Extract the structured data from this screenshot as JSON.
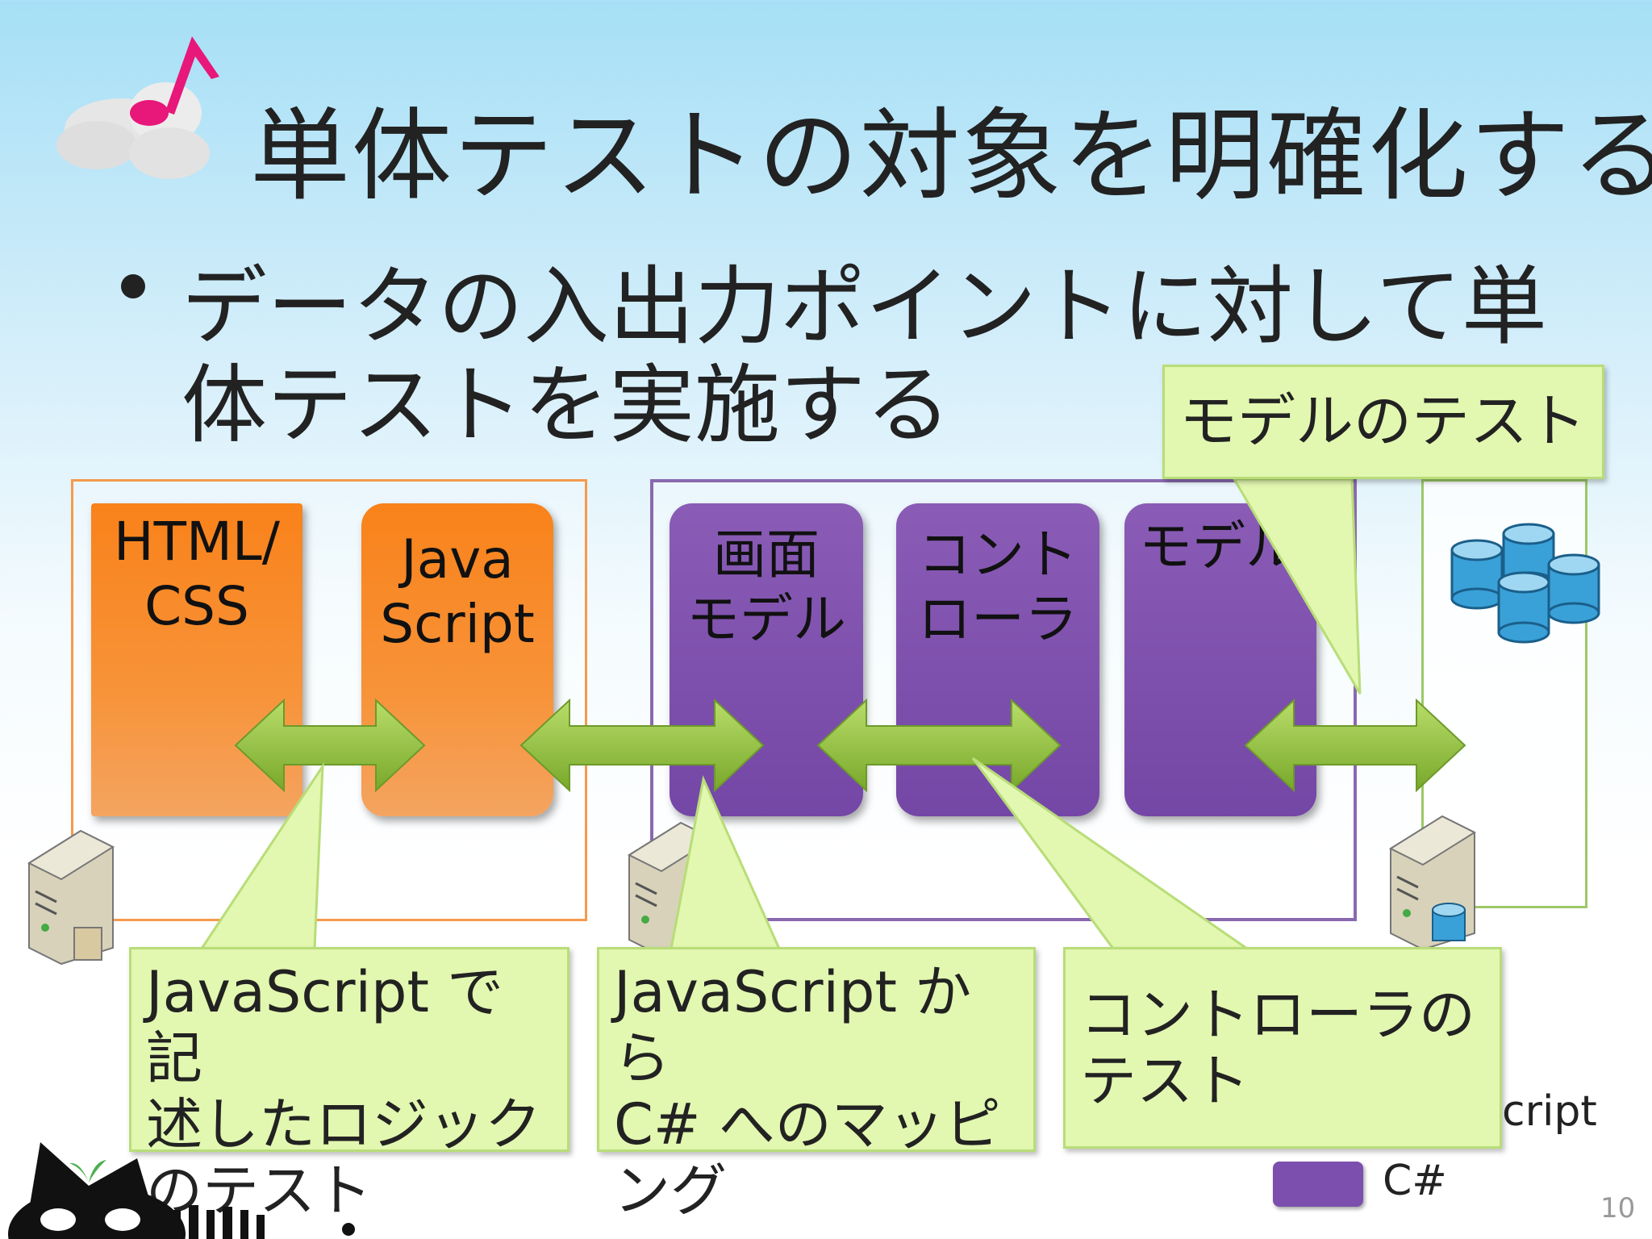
{
  "slide": {
    "title": "単体テストの対象を明確化する",
    "bullet": "データの入出力ポイントに対して単体テストを実施する",
    "page_number": "10"
  },
  "blocks": {
    "html_css": "HTML/\nCSS",
    "javascript": "Java\nScript",
    "view_model": "画面\nモデル",
    "controller": "コント\nローラ",
    "model": "モデル"
  },
  "callouts": {
    "model_test": "モデルのテスト",
    "js_logic_test": "JavaScript で記\n述したロジック\nのテスト",
    "js_csharp_mapping": "JavaScript から\nC# へのマッピ\nング",
    "controller_test": "コントローラの\nテスト"
  },
  "legend": {
    "javascript_label_partial": "cript",
    "csharp_label": "C#"
  },
  "colors": {
    "orange": "#f7861e",
    "purple": "#7c4fae",
    "arrow_green": "#8fbf3a",
    "callout_fill": "#e2f7b0"
  },
  "icons": [
    "cloud-note-icon",
    "server-icon",
    "database-icon",
    "cat-mascot-icon"
  ]
}
